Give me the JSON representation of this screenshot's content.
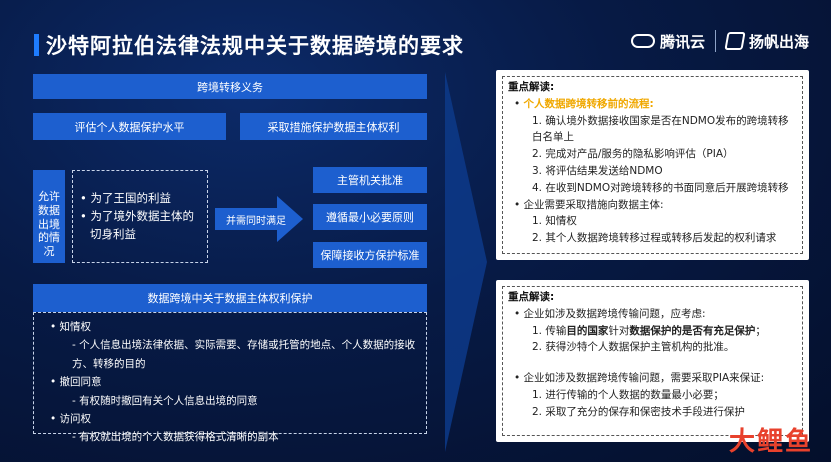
{
  "title": "沙特阿拉伯法律法规中关于数据跨境的要求",
  "logos": {
    "tencent": "腾讯云",
    "yangfan": "扬帆出海"
  },
  "left": {
    "transfer_duty": "跨境转移义务",
    "assess": "评估个人数据保护水平",
    "measures": "采取措施保护数据主体权利",
    "vertical_label": "允许数据出境的情况",
    "conditions": [
      "为了王国的利益",
      "为了境外数据主体的切身利益"
    ],
    "arrow_label": "并需同时满足",
    "right_items": [
      "主管机关批准",
      "遵循最小必要原则",
      "保障接收方保护标准"
    ],
    "rights_title": "数据跨境中关于数据主体权利保护",
    "rights": [
      {
        "name": "知情权",
        "desc": "- 个人信息出境法律依据、实际需要、存储或托管的地点、个人数据的接收方、转移的目的"
      },
      {
        "name": "撤回同意",
        "desc": "- 有权随时撤回有关个人信息出境的同意"
      },
      {
        "name": "访问权",
        "desc": "- 有权就出境的个人数据获得格式清晰的副本"
      }
    ]
  },
  "panel1": {
    "head": "重点解读:",
    "flow_title": "个人数据跨境转移前的流程:",
    "steps": [
      "确认境外数据接收国家是否在NDMO发布的跨境转移白名单上",
      "完成对产品/服务的隐私影响评估（PIA）",
      "将评估结果发送给NDMO",
      "在收到NDMO对跨境转移的书面同意后开展跨境转移"
    ],
    "measures_title": "企业需要采取措施向数据主体:",
    "measures": [
      "知情权",
      "其个人数据跨境转移过程或转移后发起的权利请求"
    ]
  },
  "panel2": {
    "head": "重点解读:",
    "q1": "企业如涉及数据跨境传输问题，应考虑:",
    "q1_items": [
      {
        "pre": "传输",
        "b1": "目的国家",
        "mid": "针对",
        "b2": "数据保护的是否有充足保护",
        "post": "；"
      },
      {
        "pre": "获得沙特个人数据保护主管机构的批准。",
        "b1": "",
        "mid": "",
        "b2": "",
        "post": ""
      }
    ],
    "q2": "企业如涉及数据跨境传输问题，需要采取PIA来保证:",
    "q2_items": [
      "进行传输的个人数据的数量最小必要；",
      "采取了充分的保存和保密技术手段进行保护"
    ]
  },
  "watermark": "大鲤鱼"
}
